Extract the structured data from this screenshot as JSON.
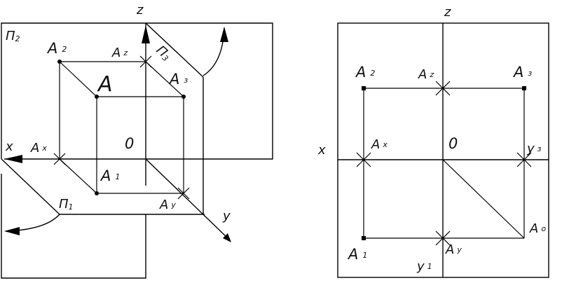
{
  "left": {
    "axis_z": "z",
    "axis_x": "x",
    "axis_y": "y",
    "origin": "0",
    "plane_p2": {
      "main": "П",
      "sub": "2"
    },
    "plane_p1": {
      "main": "П",
      "sub": "1"
    },
    "plane_p3": {
      "main": "П",
      "sub": "3"
    },
    "point_A": "A",
    "A2": {
      "main": "A",
      "sub": "2"
    },
    "A3": {
      "main": "A",
      "sub": "з"
    },
    "A1": {
      "main": "A",
      "sub": "1"
    },
    "Az": {
      "main": "A",
      "sub": "z"
    },
    "Ax": {
      "main": "A",
      "sub": "x"
    },
    "Ay": {
      "main": "A",
      "sub": "y"
    }
  },
  "right": {
    "axis_z": "z",
    "axis_x": "x",
    "origin": "0",
    "A2": {
      "main": "A",
      "sub": "2"
    },
    "A3": {
      "main": "A",
      "sub": "з"
    },
    "A1": {
      "main": "A",
      "sub": "1"
    },
    "Az": {
      "main": "A",
      "sub": "z"
    },
    "Ax": {
      "main": "A",
      "sub": "x"
    },
    "Ay": {
      "main": "A",
      "sub": "y"
    },
    "y3": {
      "main": "y",
      "sub": "з"
    },
    "y1": {
      "main": "y",
      "sub": "1"
    },
    "A0": {
      "main": "A",
      "sub": "o"
    }
  }
}
